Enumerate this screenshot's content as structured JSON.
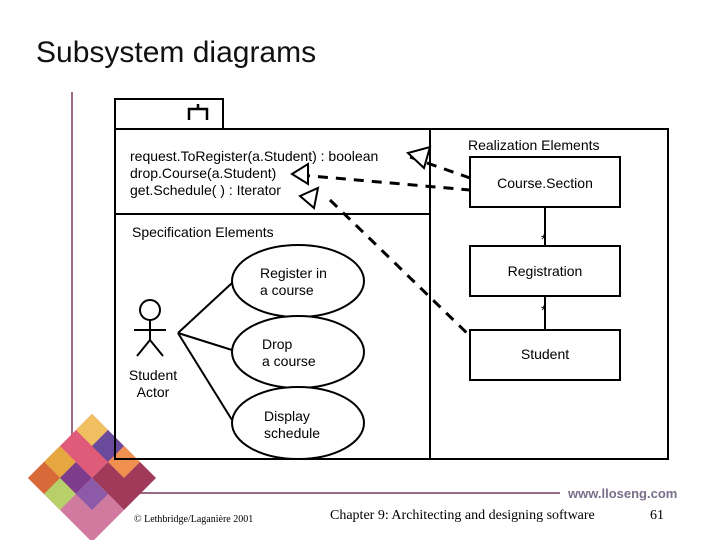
{
  "slide": {
    "title": "Subsystem diagrams"
  },
  "subsystem": {
    "operations": [
      "request.ToRegister(a.Student) : boolean",
      "drop.Course(a.Student)",
      "get.Schedule( ) : Iterator"
    ],
    "specification_label": "Specification Elements",
    "realization_label": "Realization Elements"
  },
  "use_cases": [
    "Register in\na course",
    "Drop\na course",
    "Display\nschedule"
  ],
  "actor": {
    "label": "Student\nActor"
  },
  "classes": [
    "Course.Section",
    "Registration",
    "Student"
  ],
  "multiplicities": [
    "*",
    "*"
  ],
  "footer": {
    "url": "www.lloseng.com",
    "copyright": "© Lethbridge/Laganière 2001",
    "chapter": "Chapter 9: Architecting and designing software",
    "page": "61"
  },
  "colors": {
    "accent_line": "#9b6a86",
    "url_color": "#7a6f8a"
  }
}
